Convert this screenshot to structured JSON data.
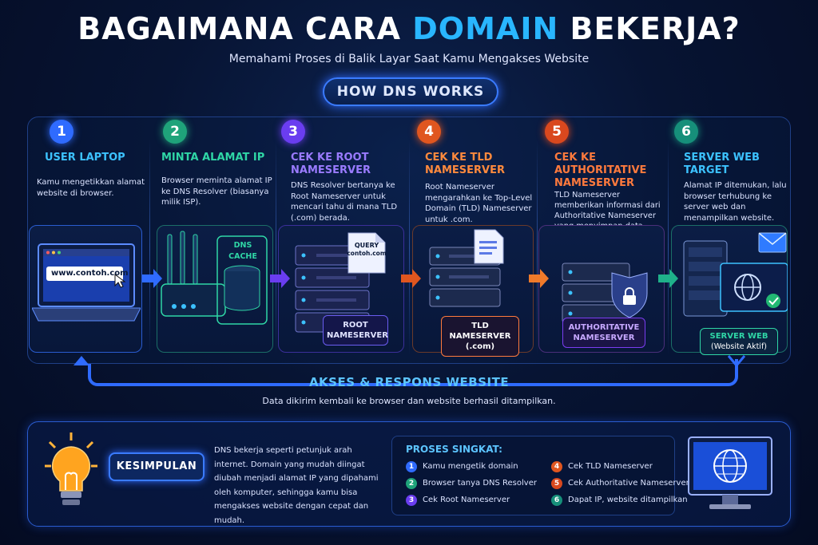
{
  "header": {
    "title_pre": "BAGAIMANA CARA ",
    "title_highlight": "DOMAIN",
    "title_post": " BEKERJA?",
    "subtitle": "Memahami Proses di Balik Layar Saat Kamu Mengakses Website",
    "badge": "HOW DNS WORKS"
  },
  "steps": [
    {
      "num": "1",
      "title": "USER LAPTOP",
      "desc": "Kamu mengetikkan alamat website di browser.",
      "color": "#2f6bff",
      "title_color": "#3cc2ff"
    },
    {
      "num": "2",
      "title": "MINTA ALAMAT IP",
      "desc": "Browser meminta alamat IP ke DNS Resolver (biasanya milik ISP).",
      "color": "#1fa37a",
      "title_color": "#2fd6a6"
    },
    {
      "num": "3",
      "title": "CEK KE ROOT NAMESERVER",
      "desc": "DNS Resolver bertanya ke Root Nameserver untuk mencari tahu di mana TLD (.com) berada.",
      "color": "#6a3df0",
      "title_color": "#9a7bff"
    },
    {
      "num": "4",
      "title": "CEK KE TLD NAMESERVER",
      "desc": "Root Nameserver mengarahkan ke Top-Level Domain (TLD) Nameserver untuk .com.",
      "color": "#e0561f",
      "title_color": "#ff8a3d"
    },
    {
      "num": "5",
      "title": "CEK KE AUTHORITATIVE NAMESERVER",
      "desc": "TLD Nameserver memberikan informasi dari Authoritative Nameserver yang menyimpan data domain secara spesifik.",
      "color": "#d9481e",
      "title_color": "#ff7a3d"
    },
    {
      "num": "6",
      "title": "SERVER WEB TARGET",
      "desc": "Alamat IP ditemukan, lalu browser terhubung ke server web dan menampilkan website.",
      "color": "#168f7a",
      "title_color": "#3cc2ff"
    }
  ],
  "illustrations": {
    "url_bar": "www.contoh.com",
    "dns_cache": "DNS CACHE",
    "query_label": "QUERY",
    "query_domain": "contoh.com",
    "root_tag": "ROOT NAMESERVER",
    "tld_tag": "TLD NAMESERVER (.com)",
    "auth_tag": "AUTHORITATIVE NAMESERVER",
    "web_tag": "SERVER WEB",
    "web_tag_sub": "(Website Aktif)"
  },
  "return_flow": {
    "title": "AKSES & RESPONS WEBSITE",
    "desc": "Data dikirim kembali ke browser dan website berhasil ditampilkan."
  },
  "conclusion": {
    "button": "KESIMPULAN",
    "text": "DNS bekerja seperti petunjuk arah internet. Domain yang mudah diingat diubah menjadi alamat IP yang dipahami oleh komputer, sehingga kamu bisa mengakses website dengan cepat dan mudah.",
    "proses_title": "PROSES SINGKAT:",
    "proses": [
      {
        "num": "1",
        "text": "Kamu mengetik domain",
        "color": "#2f6bff"
      },
      {
        "num": "2",
        "text": "Browser tanya DNS Resolver",
        "color": "#1fa37a"
      },
      {
        "num": "3",
        "text": "Cek Root Nameserver",
        "color": "#6a3df0"
      },
      {
        "num": "4",
        "text": "Cek TLD Nameserver",
        "color": "#e0561f"
      },
      {
        "num": "5",
        "text": "Cek Authoritative Nameserver",
        "color": "#d9481e"
      },
      {
        "num": "6",
        "text": "Dapat IP, website ditampilkan",
        "color": "#168f7a"
      }
    ]
  }
}
